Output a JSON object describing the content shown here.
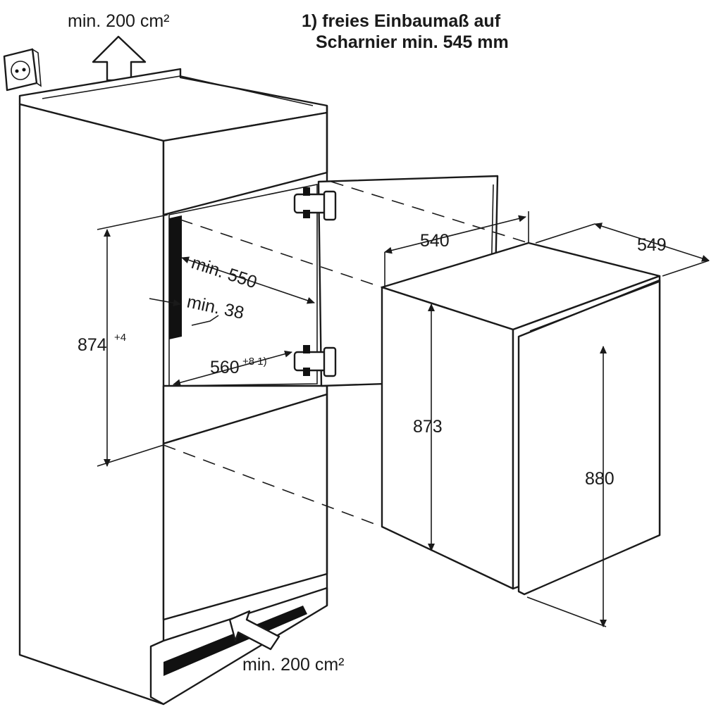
{
  "vent_top_label": "min. 200 cm²",
  "vent_bottom_label": "min. 200 cm²",
  "footnote_line1": "1) freies Einbaumaß auf",
  "footnote_line2": "Scharnier min. 545 mm",
  "dimensions": {
    "niche_height": "874",
    "niche_height_tolerance": "+4",
    "niche_depth": "min. 550",
    "gap_depth": "min. 38",
    "niche_width": "560",
    "niche_width_tolerance": "+8 1)",
    "appliance_width": "540",
    "appliance_depth": "549",
    "appliance_height": "873",
    "door_height": "880"
  },
  "icons": [
    "socket-icon",
    "arrow-up-icon",
    "arrow-in-icon",
    "hinge-icon"
  ]
}
